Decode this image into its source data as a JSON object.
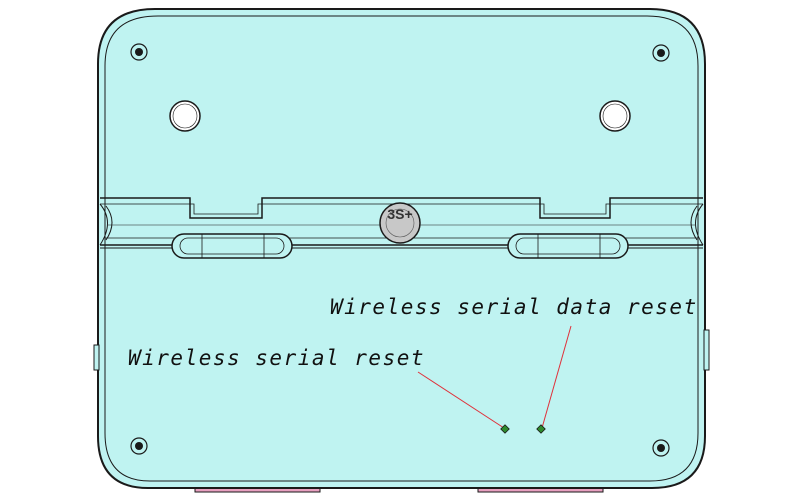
{
  "labels": {
    "data_reset": "Wireless serial data reset",
    "serial_reset": "Wireless serial reset",
    "emboss": "3S+"
  },
  "colors": {
    "plate": "#bff3f1",
    "outline": "#1a1a1a",
    "leader": "#e0303a",
    "marker": "#2e8b2e",
    "connector": "#e8a0c0",
    "emboss_disk": "#c8c8c8"
  },
  "icons": {
    "screw": "screw-icon",
    "hole": "mounting-hole-icon",
    "marker": "reset-point-icon"
  }
}
